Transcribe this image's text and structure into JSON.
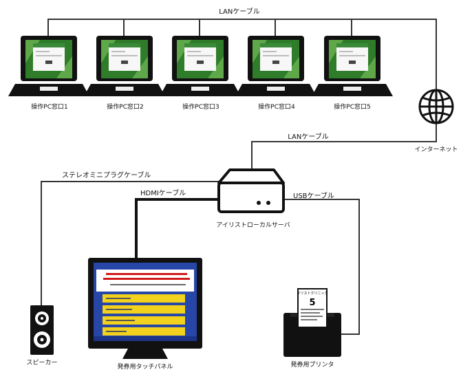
{
  "labels": {
    "lan_top": "LANケーブル",
    "lan_mid": "LANケーブル",
    "stereo_cable": "ステレオミニプラグケーブル",
    "hdmi_cable": "HDMIケーブル",
    "usb_cable": "USBケーブル",
    "internet": "インターネット",
    "server": "アイリストローカルサーバ",
    "speaker": "スピーカー",
    "touch_panel": "発券用タッチパネル",
    "printer": "発券用プリンタ"
  },
  "pcs": [
    {
      "label": "操作PC窓口1"
    },
    {
      "label": "操作PC窓口2"
    },
    {
      "label": "操作PC窓口3"
    },
    {
      "label": "操作PC窓口4"
    },
    {
      "label": "操作PC窓口5"
    }
  ],
  "colors": {
    "screen_green": "#2f7d2a",
    "panel_blue": "#2646a8",
    "panel_yellow": "#f2d21c",
    "panel_red_text": "#d01818"
  },
  "ticket": {
    "header": "イリストクリニック",
    "number": "5"
  }
}
